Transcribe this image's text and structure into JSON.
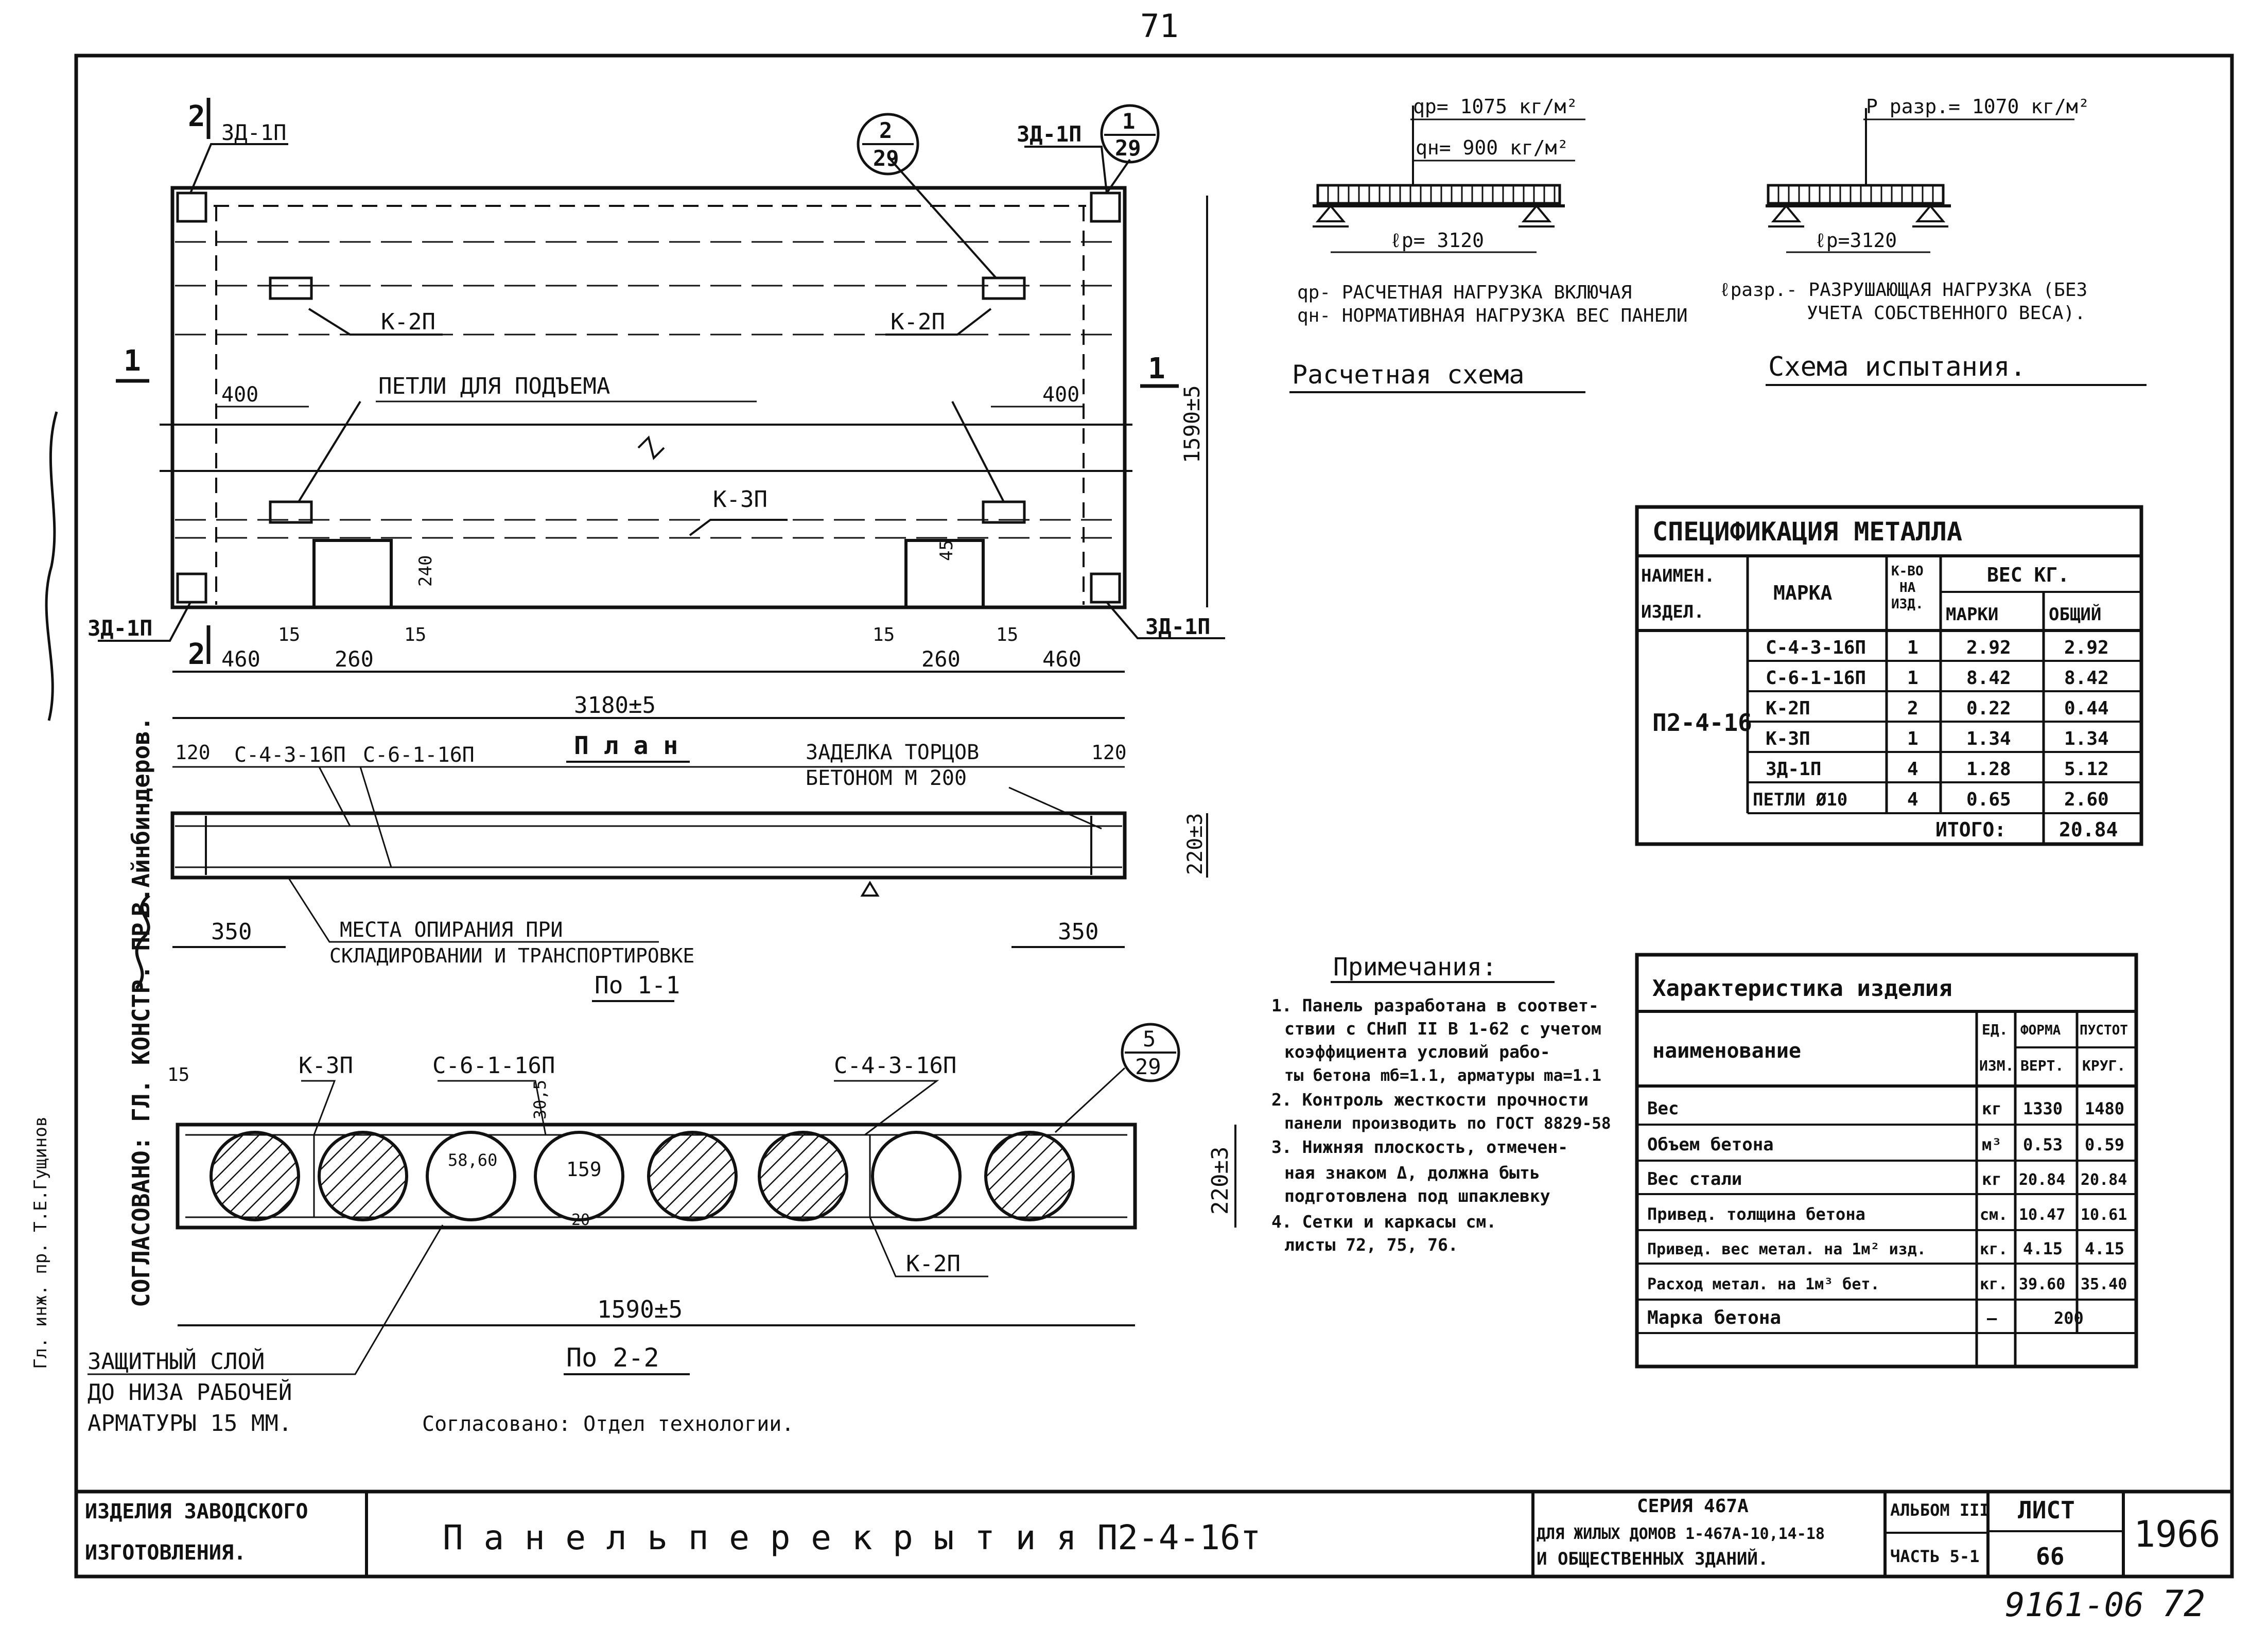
{
  "page": {
    "number_top": "71",
    "number_bottom": "72",
    "archive_code": "9161-06"
  },
  "plan": {
    "caption": "П л а н",
    "mark_2_top": "2",
    "mark_2_bottom": "2",
    "mark_1_left": "1",
    "mark_1_right": "1",
    "zd_top_left": "3Д-1П",
    "zd_top_right": "3Д-1П",
    "zd_bottom_left": "3Д-1П",
    "zd_bottom_right": "3Д-1П",
    "bubble_1_num": "2",
    "bubble_1_den": "29",
    "bubble_2_num": "1",
    "bubble_2_den": "29",
    "k2_left": "К-2П",
    "k2_right": "К-2П",
    "k3": "К-3П",
    "lifting_loops": "ПЕТЛИ  ДЛЯ  ПОДЪЕМА",
    "dim_400_left": "400",
    "dim_400_right": "400",
    "dim_1590": "1590±5",
    "dim_240": "240",
    "dim_45": "45",
    "dim_15_a": "15",
    "dim_15_b": "15",
    "dim_15_c": "15",
    "dim_15_d": "15",
    "dim_460_left": "460",
    "dim_260_left": "260",
    "dim_260_right": "260",
    "dim_460_right": "460",
    "dim_3180": "3180±5"
  },
  "section_1": {
    "caption": "По 1-1",
    "dim_120_left": "120",
    "dim_120_right": "120",
    "c4": "С-4-3-16П",
    "c6": "С-6-1-16П",
    "end_seal_1": "ЗАДЕЛКА ТОРЦОВ",
    "end_seal_2": "БЕТОНОМ М 200",
    "dim_220": "220±3",
    "dim_350_left": "350",
    "dim_350_right": "350",
    "support_1": "МЕСТА  ОПИРАНИЯ  ПРИ",
    "support_2": "СКЛАДИРОВАНИИ И ТРАНСПОРТИРОВКЕ"
  },
  "section_2": {
    "caption": "По 2-2",
    "k3": "К-3П",
    "c6": "С-6-1-16П",
    "c4": "С-4-3-16П",
    "k2": "К-2П",
    "bubble_num": "5",
    "bubble_den": "29",
    "dim_15": "15",
    "dim_30_5": "30,5",
    "dim_58_60": "58,60",
    "dim_159": "159",
    "dim_20": "20",
    "dim_220": "220±3",
    "dim_1590": "1590±5",
    "cover_1": "ЗАЩИТНЫЙ СЛОЙ",
    "cover_2": "ДО НИЗА РАБОЧЕЙ",
    "cover_3": "АРМАТУРЫ 15 ММ.",
    "agreed_tech": "Согласовано: Отдел технологии."
  },
  "calc_scheme": {
    "qp": "qр= 1075 кг/м²",
    "qn": "qн= 900 кг/м²",
    "lp": "ℓр= 3120",
    "legend_1": "qр- РАСЧЕТНАЯ НАГРУЗКА  ВКЛЮЧАЯ",
    "legend_2": "qн- НОРМАТИВНАЯ НАГРУЗКА  ВЕС ПАНЕЛИ",
    "title": "Расчетная схема"
  },
  "test_scheme": {
    "p": "Р разр.= 1070 кг/м²",
    "lp": "ℓр=3120",
    "legend_1": "ℓразр.- РАЗРУШАЮЩАЯ НАГРУЗКА (БЕЗ",
    "legend_2": "УЧЕТА СОБСТВЕННОГО  ВЕСА).",
    "title": "Схема  испытания."
  },
  "spec": {
    "title": "СПЕЦИФИКАЦИЯ  МЕТАЛЛА",
    "h_name_1": "НАИМЕН.",
    "h_name_2": "ИЗДЕЛ.",
    "h_mark": "МАРКА",
    "h_qty_1": "К-ВО",
    "h_qty_2": "НА",
    "h_qty_3": "ИЗД.",
    "h_weight": "ВЕС КГ.",
    "h_w_mark": "МАРКИ",
    "h_w_total": "ОБЩИЙ",
    "product": "П2-4-16",
    "rows": [
      {
        "mark": "С-4-3-16П",
        "qty": "1",
        "wm": "2.92",
        "wt": "2.92"
      },
      {
        "mark": "С-6-1-16П",
        "qty": "1",
        "wm": "8.42",
        "wt": "8.42"
      },
      {
        "mark": "К-2П",
        "qty": "2",
        "wm": "0.22",
        "wt": "0.44"
      },
      {
        "mark": "К-3П",
        "qty": "1",
        "wm": "1.34",
        "wt": "1.34"
      },
      {
        "mark": "3Д-1П",
        "qty": "4",
        "wm": "1.28",
        "wt": "5.12"
      },
      {
        "mark": "ПЕТЛИ Ø10",
        "qty": "4",
        "wm": "0.65",
        "wt": "2.60"
      }
    ],
    "total_label": "ИТОГО:",
    "total": "20.84"
  },
  "notes": {
    "title": "Примечания:",
    "lines": [
      "1. Панель разработана в соответ-",
      "ствии с СНиП II В 1-62 с учетом",
      "коэффициента условий рабо-",
      "ты бетона mб=1.1, арматуры mа=1.1",
      "2. Контроль жесткости прочности",
      "панели производить по ГОСТ 8829-58",
      "3. Нижняя плоскость, отмечен-",
      "ная знаком  Δ, должна быть",
      "подготовлена под шпаклевку",
      "4. Сетки и каркасы см.",
      "листы 72, 75, 76."
    ]
  },
  "characteristics": {
    "title": "Характеристика изделия",
    "h_name": "наименование",
    "h_unit_1": "ЕД.",
    "h_unit_2": "ИЗМ.",
    "h_form": "ФОРМА",
    "h_vert": "ВЕРТ.",
    "h_pustot": "ПУСТОТ",
    "h_krug": "КРУГ.",
    "rows": [
      {
        "name": "Вес",
        "unit": "кг",
        "v1": "1330",
        "v2": "1480"
      },
      {
        "name": "Объем  бетона",
        "unit": "м³",
        "v1": "0.53",
        "v2": "0.59"
      },
      {
        "name": "Вес  стали",
        "unit": "кг",
        "v1": "20.84",
        "v2": "20.84"
      },
      {
        "name": "Привед. толщина бетона",
        "unit": "см.",
        "v1": "10.47",
        "v2": "10.61"
      },
      {
        "name": "Привед. вес метал. на 1м² изд.",
        "unit": "кг.",
        "v1": "4.15",
        "v2": "4.15"
      },
      {
        "name": "Расход метал. на 1м³ бет.",
        "unit": "кг.",
        "v1": "39.60",
        "v2": "35.40"
      },
      {
        "name": "Марка  бетона",
        "unit": "—",
        "v1": "200",
        "v2": ""
      }
    ]
  },
  "left_margin": {
    "agreed": "СОГЛАСОВАНО: ГЛ. КОНСТР. ПР.",
    "agreed_name": "В.Айнбиндеров.",
    "engineer": "Гл. инж. пр.  Т.Е.Гущинов"
  },
  "title_block": {
    "left_1": "ИЗДЕЛИЯ ЗАВОДСКОГО",
    "left_2": "ИЗГОТОВЛЕНИЯ.",
    "title": "П а н е л ь   п е р е к р ы т и я   П2-4-16т",
    "series_1": "СЕРИЯ 467А",
    "series_2": "ДЛЯ ЖИЛЫХ ДОМОВ 1-467А-10,14-18",
    "series_3": "И ОБЩЕСТВЕННЫХ ЗДАНИЙ.",
    "album_1": "АЛЬБОМ III",
    "album_2": "ЧАСТЬ 5-1",
    "sheet_label": "ЛИСТ",
    "sheet_num": "66",
    "year": "1966"
  }
}
